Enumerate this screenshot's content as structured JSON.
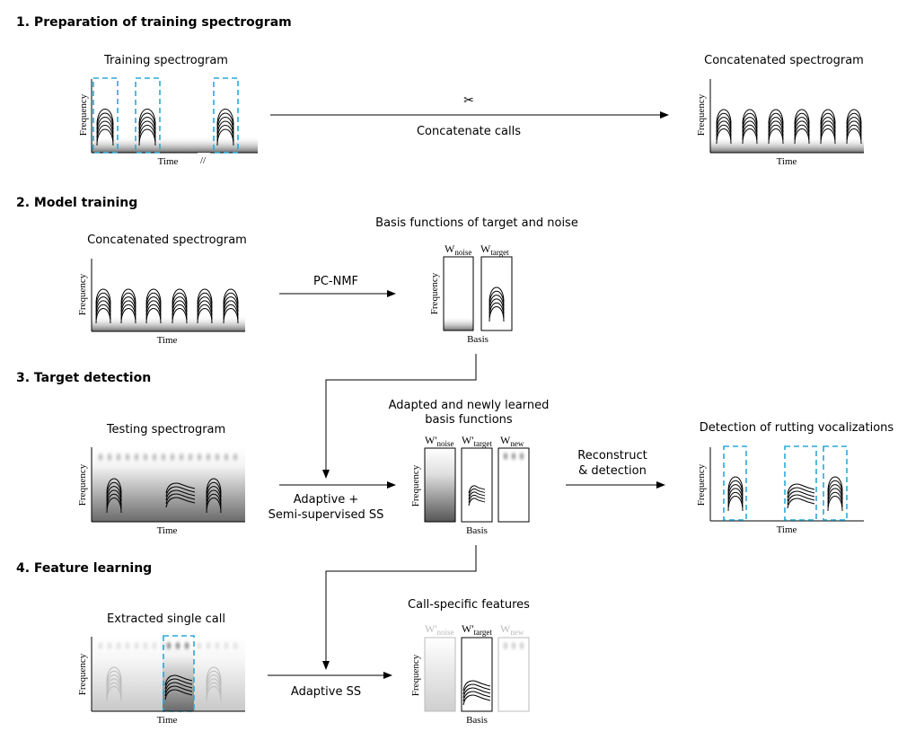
{
  "sections": [
    "1. Preparation of training spectrogram",
    "2. Model training",
    "3. Target detection",
    "4. Feature learning"
  ],
  "s1": {
    "training_title": "Training spectrogram",
    "concat_title": "Concatenated spectrogram",
    "arrow_label": "Concatenate calls",
    "scissors": "✂"
  },
  "s2": {
    "concat_title": "Concatenated spectrogram",
    "basis_title": "Basis functions of target and noise",
    "arrow_label": "PC-NMF",
    "w_noise": {
      "main": "W",
      "sub": "noise"
    },
    "w_target": {
      "main": "W",
      "sub": "target"
    }
  },
  "s3": {
    "testing_title": "Testing spectrogram",
    "adapted_title_1": "Adapted and newly learned",
    "adapted_title_2": "basis functions",
    "detection_title": "Detection of rutting vocalizations",
    "arrow_label_1": "Adaptive +",
    "arrow_label_2": "Semi-supervised SS",
    "reconstruct_1": "Reconstruct",
    "reconstruct_2": "& detection",
    "w_noise": {
      "main": "W'",
      "sub": "noise"
    },
    "w_target": {
      "main": "W'",
      "sub": "target"
    },
    "w_new": {
      "main": "W",
      "sub": "new"
    }
  },
  "s4": {
    "extracted_title": "Extracted single call",
    "features_title": "Call-specific features",
    "arrow_label": "Adaptive SS",
    "w_noise": {
      "main": "W'",
      "sub": "noise"
    },
    "w_target": {
      "main": "W'",
      "sub": "target"
    },
    "w_new": {
      "main": "W",
      "sub": "new"
    }
  },
  "axes": {
    "time": "Time",
    "frequency": "Frequency",
    "basis": "Basis",
    "break": "//"
  },
  "colors": {
    "highlight": "#29a8d8",
    "ink": "#000000",
    "faded": "#bbbbbb"
  }
}
